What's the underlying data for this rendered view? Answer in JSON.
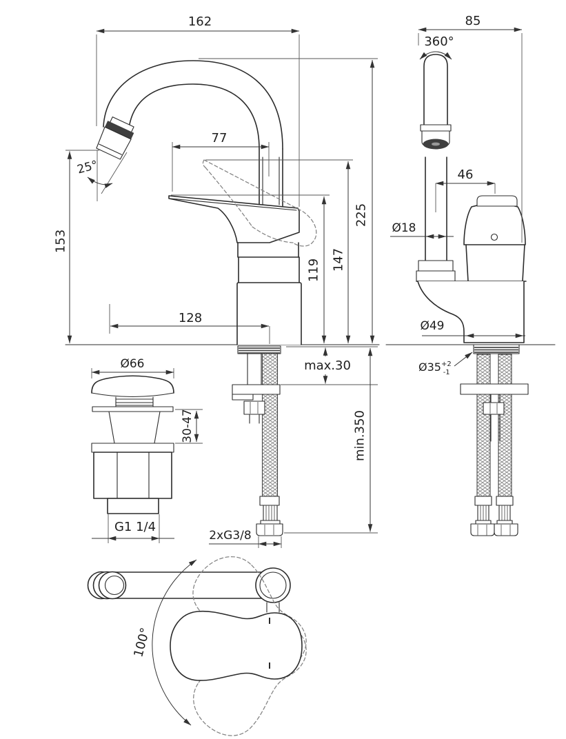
{
  "colors": {
    "line": "#2b2b2b",
    "dimension": "#333333",
    "text": "#1f1f1f",
    "background": "#ffffff",
    "dark_fill": "#3f3f3f"
  },
  "front_view": {
    "overall_width": "162",
    "spout_reach": "77",
    "spout_angle": "25°",
    "spout_outlet_height": "153",
    "base_reach": "128",
    "lever_height": "119",
    "lever_raised_height": "147",
    "overall_height": "225",
    "max_deck_thickness": "max.30",
    "min_hose_length": "min.350",
    "hose_thread": "2xG3/8"
  },
  "side_view": {
    "overall_depth": "85",
    "spout_rotation": "360°",
    "handle_offset": "46",
    "spout_tube_diameter": "Ø18",
    "body_base_diameter": "Ø49",
    "mounting_hole_diameter": "Ø35",
    "mounting_hole_tolerance_upper": "+2",
    "mounting_hole_tolerance_lower": "-1"
  },
  "drain_view": {
    "cap_diameter": "Ø66",
    "clamping_range": "30-47",
    "outlet_thread": "G1 1/4"
  },
  "plan_view": {
    "handle_swivel_angle": "100°"
  }
}
